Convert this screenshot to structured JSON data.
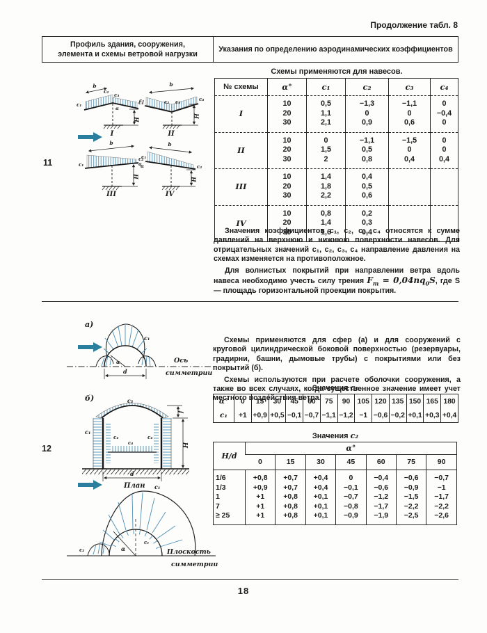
{
  "colors": {
    "arrow": "#2a7f9f",
    "hatch": "#5d9abc",
    "ink": "#1b1b1b"
  },
  "header": {
    "continuation": "Продолжение табл. 8",
    "left_col_line1": "Профиль здания, сооружения,",
    "left_col_line2": "элемента и схемы ветровой нагрузки",
    "right_col": "Указания по определению аэродинамических коэффициентов"
  },
  "row11": {
    "row_number": "11",
    "table_caption": "Схемы применяются для навесов.",
    "canopy_table": {
      "col_headers": [
        "№ схемы",
        "α°",
        "c₁",
        "c₂",
        "c₃",
        "c₄"
      ],
      "groups": [
        {
          "scheme": "I",
          "alpha": [
            "10",
            "20",
            "30"
          ],
          "c1": [
            "0,5",
            "1,1",
            "2,1"
          ],
          "c2": [
            "−1,3",
            "0",
            "0,9"
          ],
          "c3": [
            "−1,1",
            "0",
            "0,6"
          ],
          "c4": [
            "0",
            "−0,4",
            "0"
          ]
        },
        {
          "scheme": "II",
          "alpha": [
            "10",
            "20",
            "30"
          ],
          "c1": [
            "0",
            "1,5",
            "2"
          ],
          "c2": [
            "−1,1",
            "0,5",
            "0,8"
          ],
          "c3": [
            "−1,5",
            "0",
            "0,4"
          ],
          "c4": [
            "0",
            "0",
            "0,4"
          ]
        },
        {
          "scheme": "III",
          "alpha": [
            "10",
            "20",
            "30"
          ],
          "c1": [
            "1,4",
            "1,8",
            "2,2"
          ],
          "c2": [
            "0,4",
            "0,5",
            "0,6"
          ],
          "c3": [
            "",
            "",
            ""
          ],
          "c4": [
            "",
            "",
            ""
          ]
        },
        {
          "scheme": "IV",
          "alpha": [
            "10",
            "20",
            "30"
          ],
          "c1": [
            "0,8",
            "1,4",
            "1,6"
          ],
          "c2": [
            "0,2",
            "0,3",
            "0,4"
          ],
          "c3": [
            "",
            "",
            ""
          ],
          "c4": [
            "",
            "",
            ""
          ]
        }
      ]
    },
    "paragraph1": "Значения коэффициентов  c₁, c₂, c₃, c₄  относятся к сумме давлений на верхнюю и нижнюю поверхности навесов. Для отрицательных значений  c₁, c₂, c₃, c₄  направление давления на схемах изменяется на противоположное.",
    "paragraph2_before": "Для волнистых покрытий при направлении ветра вдоль навеса необходимо учесть силу трения ",
    "formula": {
      "F": "F",
      "F_sub": "т",
      "mid": " = 0,04",
      "nq": "nq",
      "q_sub": "0",
      "S": "S"
    },
    "paragraph2_after": ", где S — площадь горизонтальной проекции покрытия.",
    "diagram_labels": {
      "b": "b",
      "alpha": "α",
      "H": "H",
      "c1": "c₁",
      "c2": "c₂",
      "c3": "c₃",
      "c4": "c₄",
      "s1": "I",
      "s2": "II",
      "s3": "III",
      "s4": "IV"
    }
  },
  "row12": {
    "row_number": "12",
    "paragraph1": "Схемы применяются для сфер (а) и для сооружений с круговой цилиндрической боковой поверхностью (резервуары, градирни, башни, дымовые трубы) с покрытиями или без покрытий (б).",
    "paragraph2": "Схемы используются при расчете оболочки сооружения, а также во всех случаях, когда существенное значение имеет учет местного воздействия ветра.",
    "c1_caption_text": "Значения ",
    "c1_caption_sym": "c₁",
    "c1_table": {
      "alpha_header": "α°",
      "c_header": "c₁",
      "alpha": [
        "0",
        "15",
        "30",
        "45",
        "60",
        "75",
        "90",
        "105",
        "120",
        "135",
        "150",
        "165",
        "180"
      ],
      "values": [
        "+1",
        "+0,9",
        "+0,5",
        "−0,1",
        "−0,7",
        "−1,1",
        "−1,2",
        "−1",
        "−0,6",
        "−0,2",
        "+0,1",
        "+0,3",
        "+0,4"
      ]
    },
    "c2_caption_text": "Значения ",
    "c2_caption_sym": "c₂",
    "c2_table": {
      "corner": "H/d",
      "span": "α°",
      "alpha": [
        "0",
        "15",
        "30",
        "45",
        "60",
        "75",
        "90"
      ],
      "rows": [
        {
          "hd": "1/6",
          "vals": [
            "+0,8",
            "+0,7",
            "+0,4",
            "0",
            "−0,4",
            "−0,6",
            "−0,7"
          ]
        },
        {
          "hd": "1/3",
          "vals": [
            "+0,9",
            "+0,7",
            "+0,4",
            "−0,1",
            "−0,6",
            "−0,9",
            "−1"
          ]
        },
        {
          "hd": "1",
          "vals": [
            "+1",
            "+0,8",
            "+0,1",
            "−0,7",
            "−1,2",
            "−1,5",
            "−1,7"
          ]
        },
        {
          "hd": "7",
          "vals": [
            "+1",
            "+0,8",
            "+0,1",
            "−0,8",
            "−1,7",
            "−2,2",
            "−2,2"
          ]
        },
        {
          "hd": "≥ 25",
          "vals": [
            "+1",
            "+0,8",
            "+0,1",
            "−0,9",
            "−1,9",
            "−2,5",
            "−2,6"
          ]
        }
      ]
    },
    "diagram_labels": {
      "a": "а)",
      "b": "б)",
      "plan": "План",
      "axis1": "Ось",
      "axis2": "симметрии",
      "plane1": "Плоскость",
      "plane2": "симметрии",
      "alpha": "α",
      "d": "d",
      "f": "f",
      "H": "H",
      "c1": "c₁",
      "c2": "c₂",
      "c3": "c₃",
      "c4": "c₄"
    }
  },
  "footer": {
    "page_number": "18"
  }
}
